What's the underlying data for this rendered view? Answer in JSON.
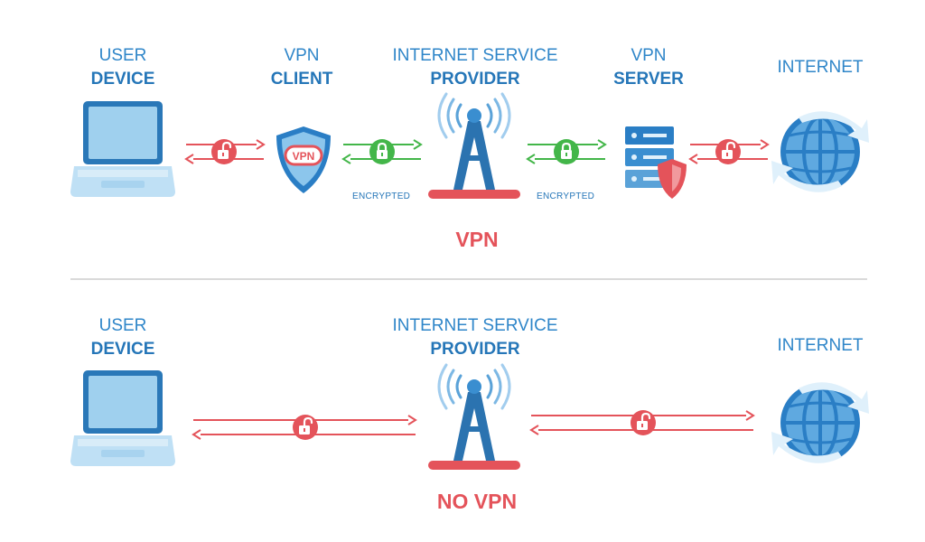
{
  "vpn_section": {
    "user_device": {
      "line1": "USER",
      "line2": "DEVICE"
    },
    "vpn_client": {
      "line1": "VPN",
      "line2": "CLIENT",
      "badge": "VPN"
    },
    "isp": {
      "line1": "INTERNET SERVICE",
      "line2": "PROVIDER"
    },
    "vpn_server": {
      "line1": "VPN",
      "line2": "SERVER"
    },
    "internet": {
      "label": "INTERNET"
    },
    "encrypted_left": "ENCRYPTED",
    "encrypted_right": "ENCRYPTED",
    "mode_label": "VPN"
  },
  "no_vpn_section": {
    "user_device": {
      "line1": "USER",
      "line2": "DEVICE"
    },
    "isp": {
      "line1": "INTERNET SERVICE",
      "line2": "PROVIDER"
    },
    "internet": {
      "label": "INTERNET"
    },
    "mode_label": "NO VPN"
  },
  "colors": {
    "label_blue": "#2576b8",
    "unsecure_red": "#e4535a",
    "secure_green": "#43b649",
    "divider": "#d9d9d9"
  },
  "icons": [
    "laptop-icon",
    "vpn-shield-icon",
    "cell-tower-icon",
    "server-icon",
    "globe-icon",
    "lock-open-icon",
    "lock-closed-icon"
  ]
}
